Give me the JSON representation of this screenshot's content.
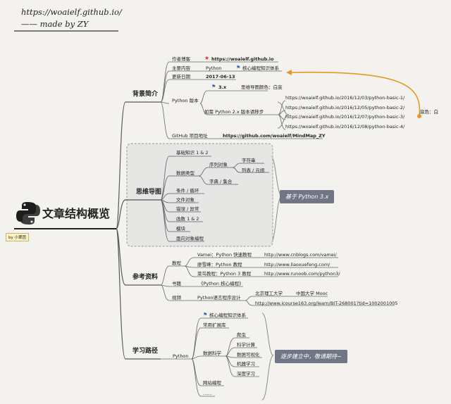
{
  "header": {
    "url": "https://woaielf.github.io/",
    "made_by": "—— made by ZY"
  },
  "center": {
    "title": "文章结构概览",
    "author_badge": "by 小翠团"
  },
  "branches": {
    "bg": {
      "label": "背景简介",
      "author_k": "作者博客",
      "author_v": "https://woaielf.github.io",
      "content_k": "主要内容",
      "content_v1": "Python",
      "content_v2": "核心编程知识体系",
      "date_k": "更新日期",
      "date_v": "2017-06-13",
      "ver_k": "Python 版本",
      "ver_3": "3.x",
      "ver_3_note": "思维导图颜色：白底",
      "ver_2_note": "如需 Python 2.x 版本请移步",
      "links": [
        "https://woaielf.github.io/2016/12/03/python-basic-1/",
        "https://woaielf.github.io/2016/12/05/python-basic-2/",
        "https://woaielf.github.io/2016/12/07/python-basic-3/",
        "https://woaielf.github.io/2016/12/08/python-basic-4/"
      ],
      "color_note": "底色：白",
      "gh_k": "GitHub 项目地址",
      "gh_v": "https://github.com/woaielf/MindMap_ZY"
    },
    "mm": {
      "label": "思维导图",
      "basics": "基础知识 1 & 2",
      "dtype": "数据类型",
      "seq": "序列对象",
      "str": "字符串",
      "list": "列表 / 元组",
      "dict": "字典 / 集合",
      "cond": "条件 / 循环",
      "file": "文件对象",
      "err": "错误 / 异常",
      "func": "函数 1 & 2",
      "mod": "模块",
      "oop": "面向对象编程",
      "note": "基于 Python 3.x"
    },
    "ref": {
      "label": "参考资料",
      "tut_k": "教程",
      "t1": "Vamei：Python 快速教程",
      "t1u": "http://www.cnblogs.com/vamei/",
      "t2": "廖雪峰：Python 教程",
      "t2u": "http://www.liaoxuefeng.com/",
      "t3": "菜鸟教程：Python 3 教程",
      "t3u": "http://www.runoob.com/python3/",
      "book_k": "书籍",
      "book_v": "《Python 核心编程》",
      "vid_k": "视频",
      "vid_v": "Python语言程序设计",
      "vid_a": "北京理工大学",
      "vid_b": "中国大学 Mooc",
      "vid_u": "http://www.icourse163.org/learn/BIT-268001?tid=1002001005"
    },
    "path": {
      "label": "学习路径",
      "py": "Python",
      "core": "核心编程知识体系",
      "ext": "常用扩展库",
      "ds": "数据科学",
      "ds_items": [
        "爬虫",
        "科学计算",
        "数据可视化",
        "机器学习",
        "深度学习"
      ],
      "web": "网站编程",
      "more": "……",
      "note": "逐步建立中，敬请期待~"
    }
  },
  "colors": {
    "bg": "#f4f2ee",
    "line": "#5a5a5a",
    "note": "#6f7686",
    "arrow": "#e39a24",
    "mm_box": "#e2e2e2"
  }
}
